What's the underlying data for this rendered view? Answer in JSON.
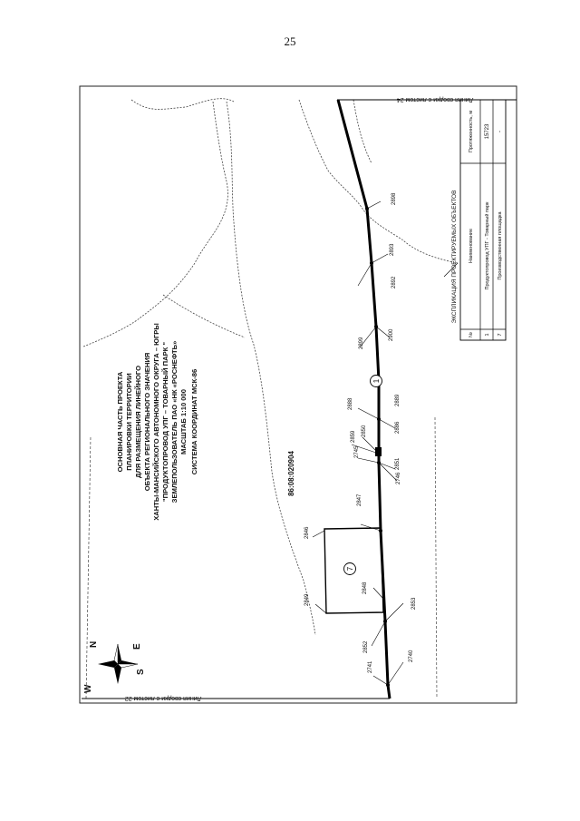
{
  "page_number": "25",
  "title_block": {
    "lines": [
      "ОСНОВНАЯ ЧАСТЬ ПРОЕКТА",
      "ПЛАНИРОВКИ ТЕРРИТОРИИ",
      "ДЛЯ РАЗМЕЩЕНИЯ ЛИНЕЙНОГО",
      "ОБЪЕКТА РЕГИОНАЛЬНОГО ЗНАЧЕНИЯ",
      "ХАНТЫ-МАНСИЙСКОГО АВТОНОМНОГО ОКРУГА – ЮГРЫ",
      "\"ПРОДУКТОПРОВОД УПГ – ТОВАРНЫЙ ПАРК \"",
      "ЗЕМЛЕПОЛЬЗОВАТЕЛЬ ПАО «НК «РОСНЕФТЬ»",
      "МАСШТАБ 1:10 000",
      "СИСТЕМА КООРДИНАТ МСК-86"
    ]
  },
  "cadastral_number": "86:08:020904",
  "match_lines": {
    "top": "Линия сводки с листом 24",
    "bottom": "Линия сводки с листом 22"
  },
  "compass": {
    "n": "N",
    "e": "E",
    "s": "S",
    "w": "W"
  },
  "object_markers": [
    "1",
    "7"
  ],
  "point_labels": [
    "2741",
    "2740",
    "2852",
    "2853",
    "2849",
    "2848",
    "2846",
    "2847",
    "2745",
    "2746",
    "2850",
    "2851",
    "2888",
    "2859",
    "2886",
    "2889",
    "2899",
    "2900",
    "2892",
    "2893",
    "2898"
  ],
  "legend": {
    "title": "ЭКСПЛИКАЦИЯ ПРОЕКТИРУЕМЫХ ОБЪЕКТОВ",
    "headers": [
      "№",
      "Наименование",
      "Протяженность, м"
    ],
    "rows": [
      [
        "1",
        "Продуктопровод УПГ - Товарный парк",
        "15723"
      ],
      [
        "7",
        "Производственная площадка",
        "-"
      ]
    ]
  }
}
